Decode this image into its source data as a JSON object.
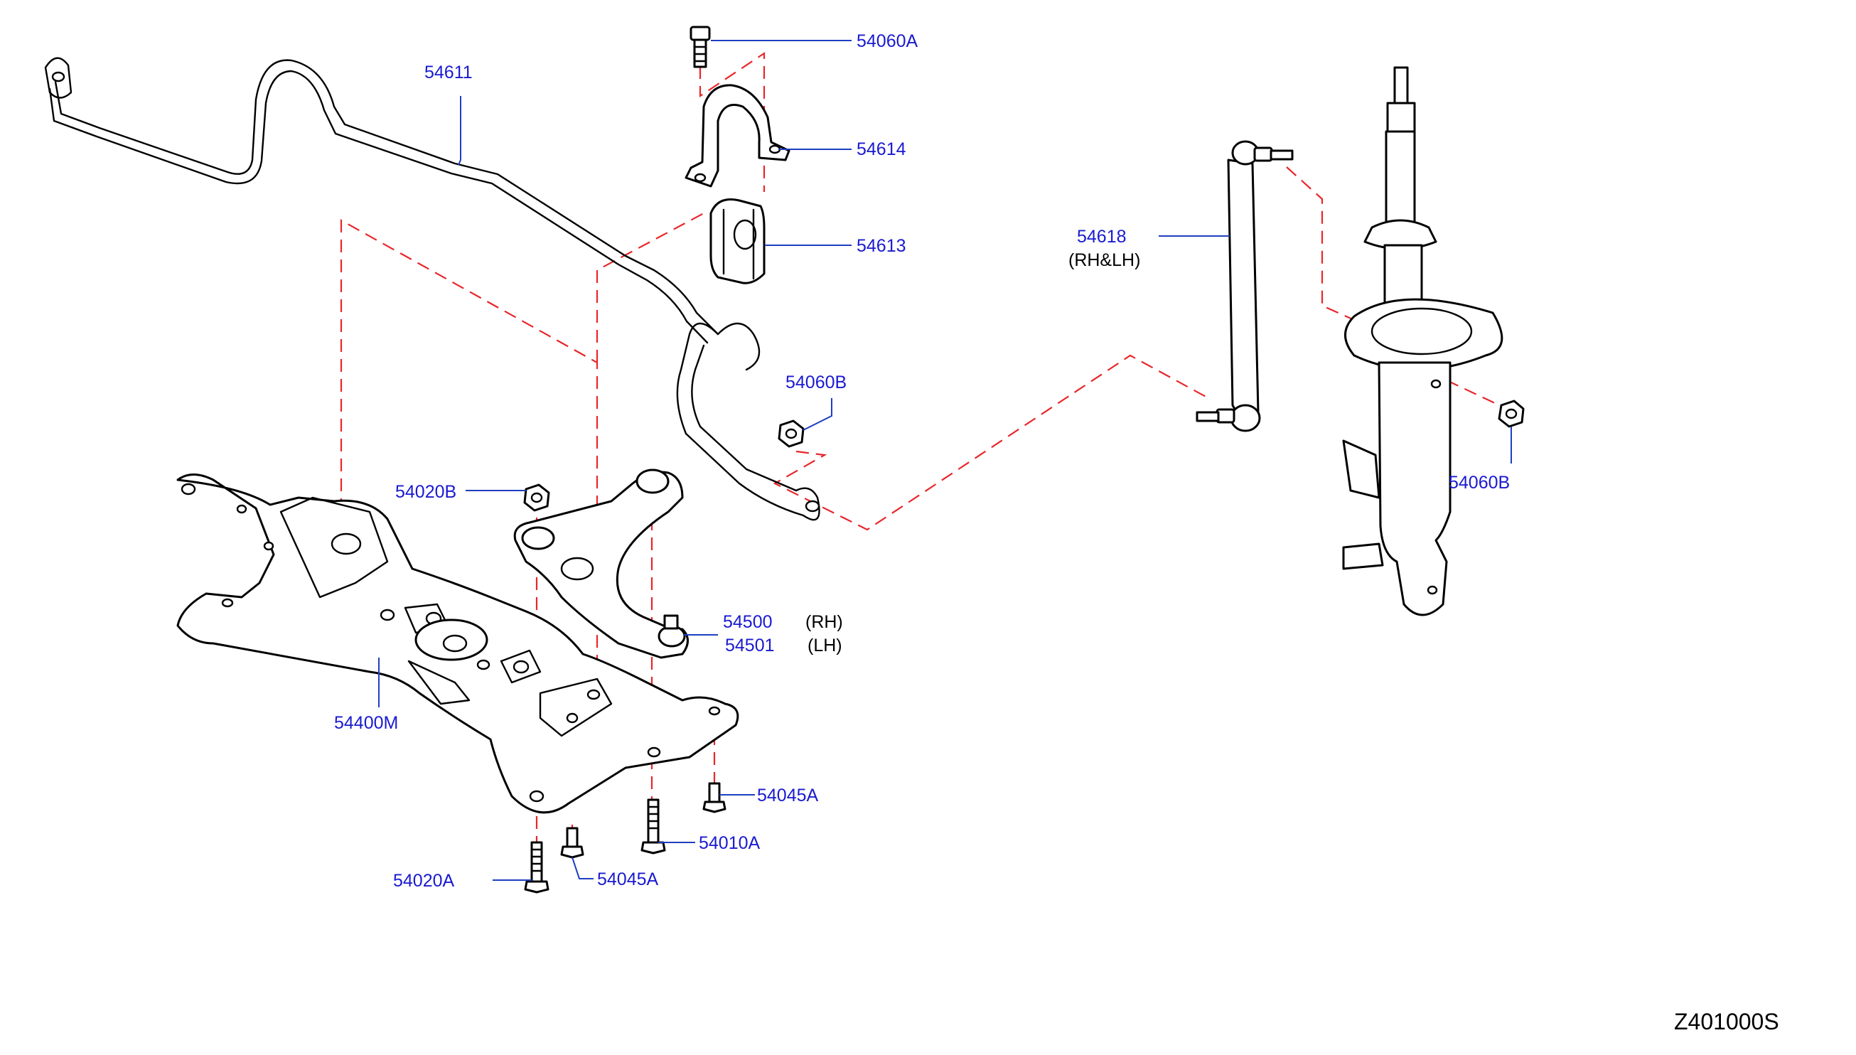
{
  "diagram": {
    "code": "Z401000S",
    "colors": {
      "dashed_guides": "#e8262a",
      "labels": "#1a1ad0",
      "leaders": "#1f3fbf",
      "parts": "#000000"
    },
    "labels": {
      "stabilizer_bar": "54611",
      "bolt_top": "54060A",
      "bracket": "54614",
      "bushing": "54613",
      "link": "54618",
      "link_note": "(RH&LH)",
      "nut_mid": "54060B",
      "nut_strut": "54060B",
      "nut_arm": "54020B",
      "arm_rh": "54500",
      "arm_rh_note": "(RH)",
      "arm_lh": "54501",
      "arm_lh_note": "(LH)",
      "subframe": "54400M",
      "bolt_54045a_right": "54045A",
      "bolt_54010a": "54010A",
      "bolt_54020a": "54020A",
      "bolt_54045a_left": "54045A"
    }
  }
}
